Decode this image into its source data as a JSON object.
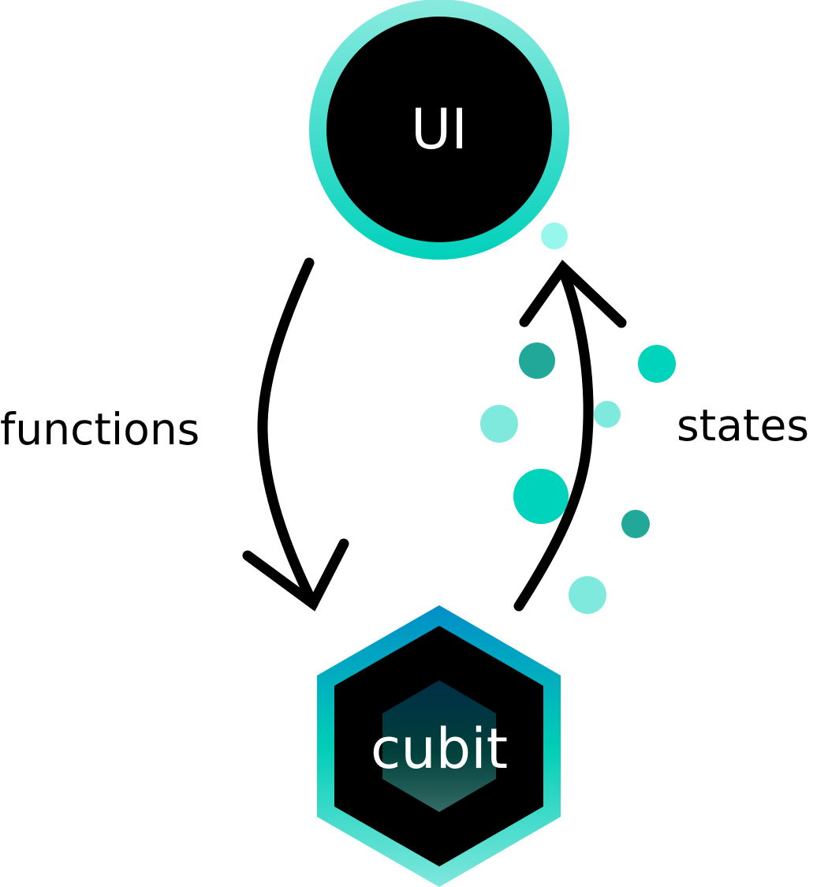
{
  "nodes": {
    "ui": {
      "label": "UI"
    },
    "cubit": {
      "label": "cubit"
    }
  },
  "edges": {
    "functions": {
      "label": "functions"
    },
    "states": {
      "label": "states"
    }
  },
  "colors": {
    "ring_light": "#8aeadf",
    "ring_teal": "#00d1bb",
    "hex_blue": "#008ec8",
    "hex_teal": "#00cdb6",
    "hex_light": "#80e7dd",
    "dot_dark_teal": "#22a899",
    "dot_teal": "#00d3bc",
    "dot_light": "#80e9de",
    "dot_pale": "#98f7ec",
    "stroke": "#000000"
  }
}
